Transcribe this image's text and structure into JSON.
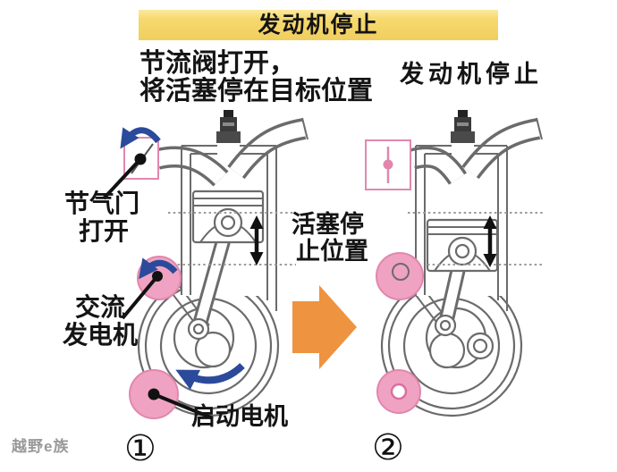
{
  "banner": {
    "title": "发动机停止"
  },
  "left_diagram": {
    "caption_line1": "节流阀打开，",
    "caption_line2": "将活塞停在目标位置",
    "throttle_label_line1": "节气门",
    "throttle_label_line2": "打开",
    "alternator_label_line1": "交流",
    "alternator_label_line2": "发电机",
    "starter_label": "启动电机",
    "step_number": "①"
  },
  "center": {
    "piston_stop_label_line1": "活塞停",
    "piston_stop_label_line2": "止位置"
  },
  "right_diagram": {
    "caption": "发动机停止",
    "step_number": "②"
  },
  "watermark": "越野e族",
  "colors": {
    "banner_yellow": "#f6d96e",
    "component_pink": "#f0a2c2",
    "pink_stroke": "#e187ae",
    "rotation_blue": "#2b4a9b",
    "transition_orange": "#ee9340",
    "outline_gray": "#6b6b6b",
    "text_black": "#141414",
    "watermark_gray": "#9a9a9a"
  },
  "icons": {
    "throttle_rotation": "counterclockwise-arc-arrow",
    "alternator_rotation": "counterclockwise-arc-arrow",
    "flywheel_rotation": "counterclockwise-arc-arrow",
    "piston_travel": "double-headed-vertical-arrow",
    "transition": "right-block-arrow"
  }
}
